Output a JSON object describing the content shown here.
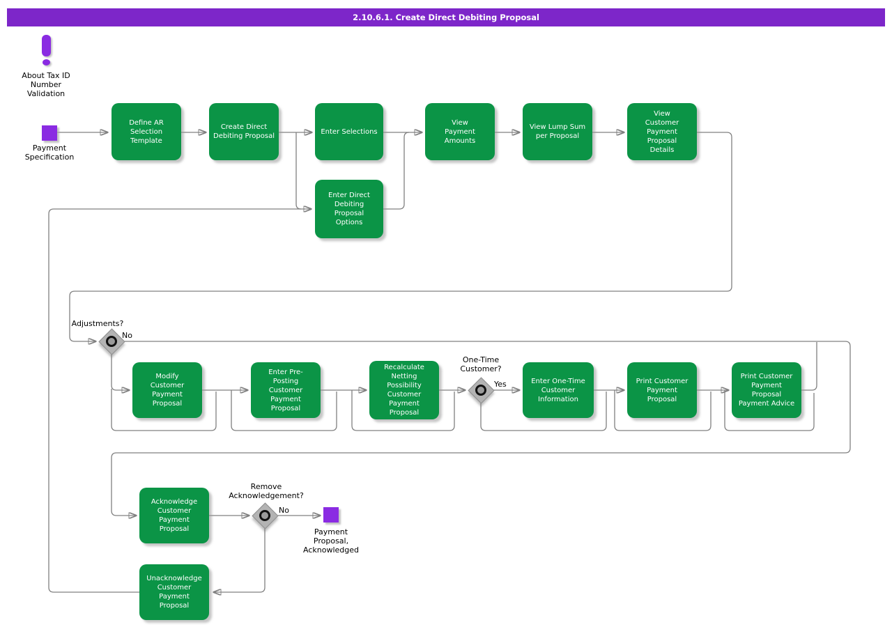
{
  "title_bar": {
    "label": "2.10.6.1. Create Direct Debiting Proposal"
  },
  "note": {
    "icon": "exclamation-icon",
    "label": "About Tax ID Number Validation"
  },
  "events": {
    "start": {
      "label": "Payment Specification"
    },
    "end": {
      "label": "Payment Proposal, Acknowledged"
    }
  },
  "tasks": [
    {
      "id": "define-ar-selection-template",
      "label": "Define AR Selection Template"
    },
    {
      "id": "create-direct-debiting-proposal",
      "label": "Create Direct Debiting Proposal"
    },
    {
      "id": "enter-selections",
      "label": "Enter Selections"
    },
    {
      "id": "enter-direct-debiting-proposal-options",
      "label": "Enter Direct Debiting Proposal Options"
    },
    {
      "id": "view-payment-amounts",
      "label": "View Payment Amounts"
    },
    {
      "id": "view-lump-sum-per-proposal",
      "label": "View Lump Sum per Proposal"
    },
    {
      "id": "view-customer-payment-proposal-details",
      "label": "View Customer Payment Proposal Details"
    },
    {
      "id": "modify-customer-payment-proposal",
      "label": "Modify Customer Payment Proposal"
    },
    {
      "id": "enter-pre-posting-customer-payment-proposal",
      "label": "Enter Pre-Posting Customer Payment Proposal"
    },
    {
      "id": "recalculate-netting-possibility-customer-payment-proposal",
      "label": "Recalculate Netting Possibility Customer Payment Proposal"
    },
    {
      "id": "enter-one-time-customer-information",
      "label": "Enter One-Time Customer Information"
    },
    {
      "id": "print-customer-payment-proposal",
      "label": "Print Customer Payment Proposal"
    },
    {
      "id": "print-customer-payment-proposal-payment-advice",
      "label": "Print Customer Payment Proposal Payment Advice"
    },
    {
      "id": "acknowledge-customer-payment-proposal",
      "label": "Acknowledge Customer Payment Proposal"
    },
    {
      "id": "unacknowledge-customer-payment-proposal",
      "label": "Unacknowledge Customer Payment Proposal"
    }
  ],
  "decisions": [
    {
      "id": "adjustments",
      "label": "Adjustments?",
      "branch_label": "No"
    },
    {
      "id": "one-time-customer",
      "label": "One-Time Customer?",
      "branch_label": "Yes"
    },
    {
      "id": "remove-acknowledgement",
      "label": "Remove Acknowledgement?",
      "branch_label": "No"
    }
  ],
  "colors": {
    "title_bar": "#7d26c9",
    "task_fill": "#0b9446",
    "event_fill": "#8a2be2",
    "decision_fill": "#b3b3b3",
    "connector": "#808080",
    "task_text": "#ffffff",
    "label_text": "#000000"
  }
}
